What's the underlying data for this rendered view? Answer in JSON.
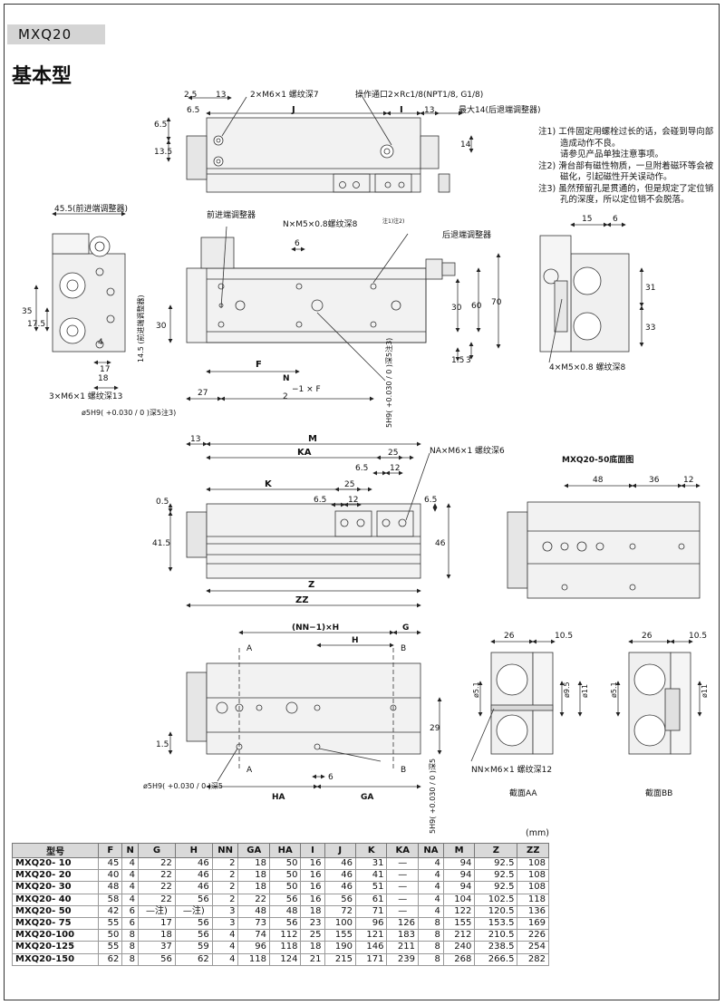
{
  "header": {
    "model": "MXQ20",
    "title": "基本型"
  },
  "notes": [
    "注1) 工件固定用螺栓过长的话，会碰到导向部",
    "造成动作不良。",
    "请参见产品单独注意事项。",
    "注2) 滑台部有磁性物质，一旦附着磁环等会被",
    "磁化，引起磁性开关误动作。",
    "注3) 虽然预留孔是贯通的，但是规定了定位销",
    "孔的深度，所以定位销不会脱落。"
  ],
  "labels": {
    "top_view": {
      "d1": "2.5",
      "d2": "13",
      "d3": "6.5",
      "d4": "J",
      "d5": "I",
      "d6": "13",
      "d7": "6.5",
      "d8": "13.5",
      "d9": "14",
      "callout_screw": "2×M6×1 螺纹深7",
      "callout_port": "操作通口2×Rc1/8(NPT1/8, G1/8)",
      "callout_max": "最大14(后退端调整器)"
    },
    "side_view": {
      "front_adj_top": "45.5(前进端调整器)",
      "front_adj": "前进端调整器",
      "rear_adj": "后退端调整器",
      "callout_nm5": "N×M5×0.8螺纹深8",
      "note_sup": "注1)注2)",
      "d6": "6",
      "d35": "35",
      "d175": "17.5",
      "d4": "4",
      "d18": "18",
      "d17": "17",
      "d30a": "30",
      "d145": "14.5 (前进端调整器)",
      "dF": "F",
      "d27": "27",
      "formula_n": "N",
      "formula_den": "2",
      "formula_rest": "−1  × F",
      "callout_3m6": "3×M6×1 螺纹深13",
      "callout_5h9": "ø5H9( +0.030 / 0 )深5注3)",
      "callout_5h9_v": "5H9( +0.030 / 0 )深5注3)",
      "d30": "30",
      "d60": "60",
      "d70": "70",
      "d15": "1.5",
      "d3": "3",
      "d15r": "15",
      "d6r": "6",
      "d31": "31",
      "d33": "33",
      "callout_4m5": "4×M5×0.8 螺纹深8"
    },
    "bottom_view": {
      "d13": "13",
      "dM": "M",
      "dKA": "KA",
      "d25": "25",
      "d65": "6.5",
      "d12": "12",
      "dK": "K",
      "d25b": "25",
      "d65b": "6.5",
      "d12b": "12",
      "d05": "0.5",
      "d415": "41.5",
      "d65c": "6.5",
      "d46": "46",
      "dZ": "Z",
      "dZZ": "ZZ",
      "callout_na": "NA×M6×1 螺纹深6",
      "bottom50_title": "MXQ20-50底面图",
      "b48": "48",
      "b36": "36",
      "b12": "12"
    },
    "lower_view": {
      "dNNH": "(NN−1)×H",
      "dG": "G",
      "dH": "H",
      "secA": "A",
      "secB": "B",
      "d15": "1.5",
      "d29": "29",
      "dHA": "HA",
      "d6": "6",
      "dGA": "GA",
      "callout_5h9": "ø5H9( +0.030 / 0 )深5",
      "callout_5h9_v": "5H9( +0.030 / 0 )深5",
      "secAA_26": "26",
      "secAA_105": "10.5",
      "secAA_51": "ø5.1",
      "secAA_95": "ø9.5",
      "secAA_11": "ø11",
      "secBB_26": "26",
      "secBB_105": "10.5",
      "secBB_51": "ø5.1",
      "secBB_11": "ø11",
      "callout_nn": "NN×M6×1 螺纹深12",
      "sec_aa": "截面AA",
      "sec_bb": "截面BB"
    }
  },
  "table": {
    "unit": "(mm)",
    "headers": [
      "型号",
      "F",
      "N",
      "G",
      "H",
      "NN",
      "GA",
      "HA",
      "I",
      "J",
      "K",
      "KA",
      "NA",
      "M",
      "Z",
      "ZZ"
    ],
    "rows": [
      [
        "MXQ20- 10",
        "45",
        "4",
        "22",
        "46",
        "2",
        "18",
        "50",
        "16",
        "46",
        "31",
        "—",
        "4",
        "94",
        "92.5",
        "108"
      ],
      [
        "MXQ20- 20",
        "40",
        "4",
        "22",
        "46",
        "2",
        "18",
        "50",
        "16",
        "46",
        "41",
        "—",
        "4",
        "94",
        "92.5",
        "108"
      ],
      [
        "MXQ20- 30",
        "48",
        "4",
        "22",
        "46",
        "2",
        "18",
        "50",
        "16",
        "46",
        "51",
        "—",
        "4",
        "94",
        "92.5",
        "108"
      ],
      [
        "MXQ20- 40",
        "58",
        "4",
        "22",
        "56",
        "2",
        "22",
        "56",
        "16",
        "56",
        "61",
        "—",
        "4",
        "104",
        "102.5",
        "118"
      ],
      [
        "MXQ20- 50",
        "42",
        "6",
        "—注)",
        "—注)",
        "3",
        "48",
        "48",
        "18",
        "72",
        "71",
        "—",
        "4",
        "122",
        "120.5",
        "136"
      ],
      [
        "MXQ20- 75",
        "55",
        "6",
        "17",
        "56",
        "3",
        "73",
        "56",
        "23",
        "100",
        "96",
        "126",
        "8",
        "155",
        "153.5",
        "169"
      ],
      [
        "MXQ20-100",
        "50",
        "8",
        "18",
        "56",
        "4",
        "74",
        "112",
        "25",
        "155",
        "121",
        "183",
        "8",
        "212",
        "210.5",
        "226"
      ],
      [
        "MXQ20-125",
        "55",
        "8",
        "37",
        "59",
        "4",
        "96",
        "118",
        "18",
        "190",
        "146",
        "211",
        "8",
        "240",
        "238.5",
        "254"
      ],
      [
        "MXQ20-150",
        "62",
        "8",
        "56",
        "62",
        "4",
        "118",
        "124",
        "21",
        "215",
        "171",
        "239",
        "8",
        "268",
        "266.5",
        "282"
      ]
    ]
  }
}
